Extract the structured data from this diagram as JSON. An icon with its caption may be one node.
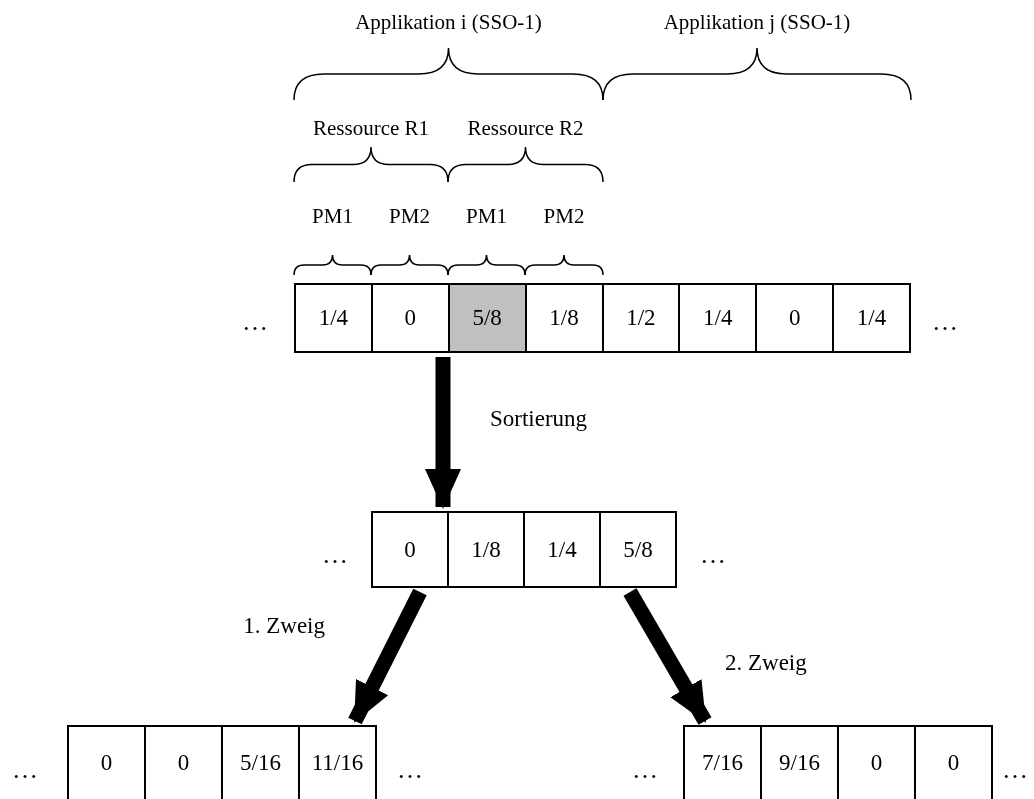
{
  "diagram": {
    "nodes": [
      {
        "text": [],
        "shape": "box"
      },
      {
        "text": [
          "1/4"
        ],
        "in": 0
      },
      {
        "text": [
          "0"
        ],
        "in": 0
      },
      {
        "text": [
          "5/8"
        ],
        "in": 0
      },
      {
        "text": [
          "1/8"
        ],
        "in": 0
      },
      {
        "text": [
          "1/2"
        ],
        "in": 0
      },
      {
        "text": [
          "1/4"
        ],
        "in": 0
      },
      {
        "text": [
          "0"
        ],
        "in": 0
      },
      {
        "text": [
          "1/4"
        ],
        "in": 0
      },
      {
        "text": [],
        "shape": "box"
      },
      {
        "text": [
          "0"
        ],
        "in": 9
      },
      {
        "text": [
          "1/8"
        ],
        "in": 9
      },
      {
        "text": [
          "1/4"
        ],
        "in": 9
      },
      {
        "text": [
          "5/8"
        ],
        "in": 9
      },
      {
        "text": [],
        "shape": "box"
      },
      {
        "text": [
          "0"
        ],
        "in": 14
      },
      {
        "text": [
          "0"
        ],
        "in": 14
      },
      {
        "text": [
          "5/16"
        ],
        "in": 14
      },
      {
        "text": [
          "11/16"
        ],
        "in": 14
      },
      {
        "text": [],
        "shape": "box"
      },
      {
        "text": [
          "7/16"
        ],
        "in": 19
      },
      {
        "text": [
          "9/16"
        ],
        "in": 19
      },
      {
        "text": [
          "0"
        ],
        "in": 19
      },
      {
        "text": [
          "0"
        ],
        "in": 19
      }
    ],
    "edges": [
      {
        "from": 0,
        "to": 9,
        "arrow": "to",
        "label": "Sortierung"
      },
      {
        "from": 9,
        "to": 14,
        "arrow": "to",
        "label": "1. Zweig"
      },
      {
        "from": 9,
        "to": 19,
        "arrow": "to",
        "label": "2. Zweig"
      }
    ],
    "labels": [
      "Applikation i (SSO-1)",
      "Applikation j (SSO-1)",
      "Ressource R1",
      "Ressource R2",
      "PM1",
      "PM2",
      "PM1",
      "PM2",
      "…",
      "…",
      "…",
      "…",
      "…",
      "…",
      "…",
      "…"
    ]
  }
}
